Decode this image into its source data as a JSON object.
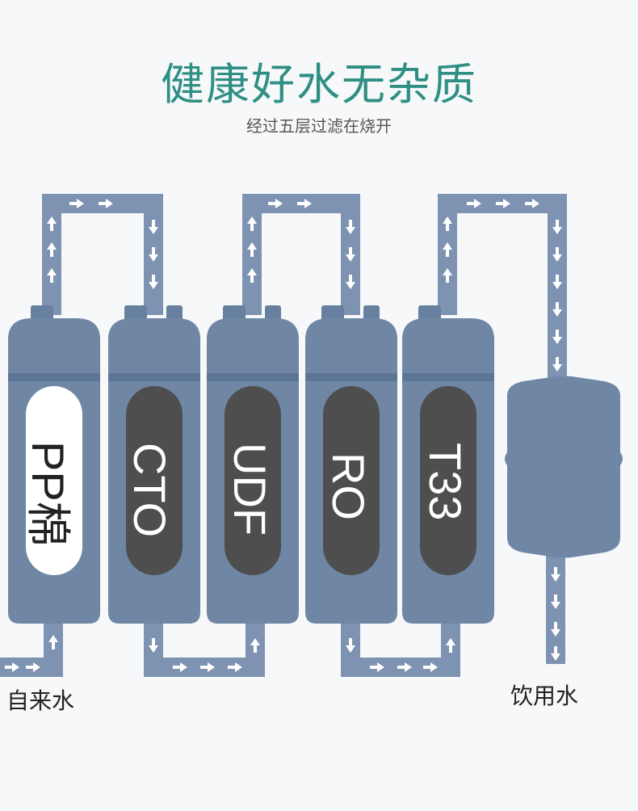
{
  "header": {
    "title": "健康好水无杂质",
    "subtitle": "经过五层过滤在烧开"
  },
  "labels": {
    "inlet": "自来水",
    "outlet": "饮用水"
  },
  "filters": [
    {
      "name": "PP棉",
      "core": "white"
    },
    {
      "name": "CTO",
      "core": "dark"
    },
    {
      "name": "UDF",
      "core": "dark"
    },
    {
      "name": "RO",
      "core": "dark"
    },
    {
      "name": "T33",
      "core": "dark"
    }
  ],
  "colors": {
    "title": "#2f8f83",
    "housing": "#6f86a5",
    "pipe": "#7e93b1",
    "core_dark": "#4e4e4e",
    "core_light": "#ffffff"
  }
}
